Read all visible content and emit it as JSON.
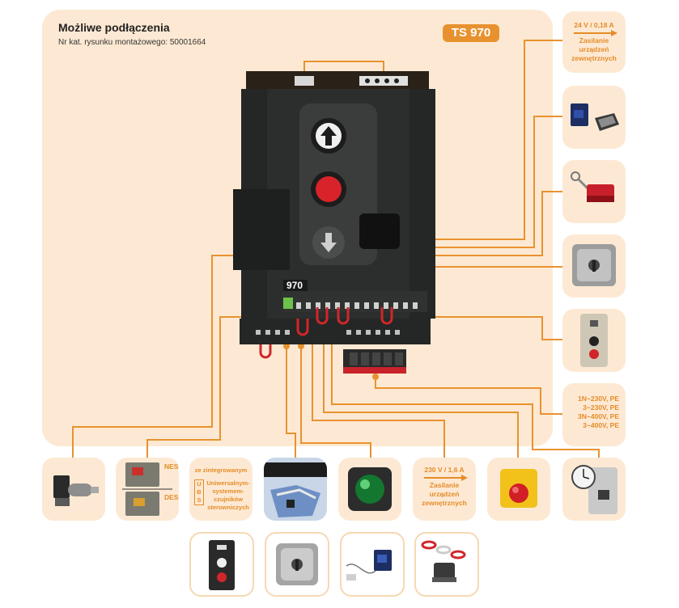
{
  "header": {
    "title": "Możliwe podłączenia",
    "subtitle": "Nr kat. rysunku montażowego: 50001664",
    "badge": "TS 970"
  },
  "controller": {
    "label": "970"
  },
  "right_column": {
    "supply_24v": {
      "value": "24 V / 0,18 A",
      "line1": "Zasilanie",
      "line2": "urządzeń",
      "line3": "zewnętrznych"
    },
    "mains_options": [
      "1N~230V, PE",
      "3~230V, PE",
      "3N~400V, PE",
      "3~400V, PE"
    ]
  },
  "bottom_row": {
    "limit_switches": {
      "top": "NES",
      "bottom": "DES"
    },
    "ubs": {
      "heading": "ze zintegrowanym",
      "letters": [
        "U",
        "B",
        "S"
      ],
      "line1": "Uniwersalnym-",
      "line2": "systemem-",
      "line3": "czujników",
      "line4": "sterowniczych"
    },
    "supply_230v": {
      "value": "230 V / 1,6 A",
      "line1": "Zasilanie",
      "line2": "urządzeń",
      "line3": "zewnętrznych"
    }
  },
  "colors": {
    "accent": "#e8922f",
    "panel_bg": "#fde9d3",
    "tile_border": "#f6d8b3",
    "housing": "#2b2e2c"
  },
  "icons": [
    "photo-eye-icon",
    "slack-rope-switch-icon",
    "key-switch-icon",
    "push-button-station-icon",
    "drive-motor-icon",
    "limit-switch-icon",
    "light-curtain-icon",
    "signal-lamp-icon",
    "emergency-stop-icon",
    "timer-switch-icon",
    "chain-safety-icon"
  ]
}
